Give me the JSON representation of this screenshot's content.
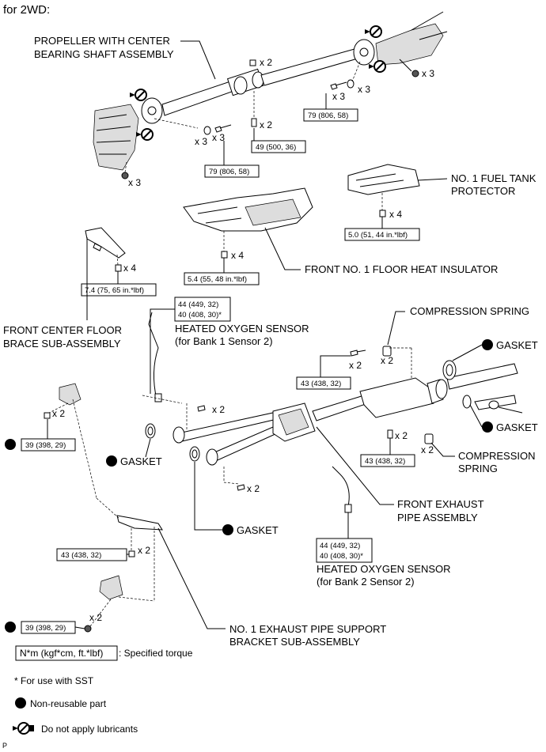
{
  "header": "for 2WD:",
  "labels": {
    "propeller": [
      "PROPELLER WITH CENTER",
      "BEARING SHAFT ASSEMBLY"
    ],
    "fuel_tank": [
      "NO. 1 FUEL TANK",
      "PROTECTOR"
    ],
    "heat_insulator": "FRONT NO. 1 FLOOR HEAT INSULATOR",
    "floor_brace": [
      "FRONT CENTER FLOOR",
      "BRACE SUB-ASSEMBLY"
    ],
    "compression_spring_top": "COMPRESSION SPRING",
    "gasket_top_right": "GASKET",
    "gasket_right": "GASKET",
    "compression_spring_bottom": [
      "COMPRESSION",
      "SPRING"
    ],
    "o2_bank1": [
      "HEATED OXYGEN SENSOR",
      "(for Bank 1 Sensor 2)"
    ],
    "gasket_left": "GASKET",
    "gasket_mid": "GASKET",
    "front_exhaust": [
      "FRONT EXHAUST",
      "PIPE ASSEMBLY"
    ],
    "o2_bank2": [
      "HEATED OXYGEN SENSOR",
      "(for Bank 2 Sensor 2)"
    ],
    "support_bracket": [
      "NO. 1 EXHAUST PIPE SUPPORT",
      "BRACKET SUB-ASSEMBLY"
    ]
  },
  "torques": {
    "prop_rear": "79 (806, 58)",
    "prop_center": "49 (500, 36)",
    "prop_front": "79 (806, 58)",
    "fuel_tank": "5.0 (51, 44 in.*lbf)",
    "insulator": "5.4 (55, 48 in.*lbf)",
    "brace": "7.4 (75, 65 in.*lbf)",
    "o2_bank1": [
      "44 (449, 32)",
      "40 (408, 30)*"
    ],
    "flange_top": "43 (438, 32)",
    "flange_bottom": "43 (438, 32)",
    "bracket_left": "39 (398, 29)",
    "support_bolt": "43 (438, 32)",
    "o2_bank2": [
      "44 (449, 32)",
      "40 (408, 30)*"
    ],
    "bracket_bottom": "39 (398, 29)"
  },
  "quantities": {
    "q_prop_top": "x 2",
    "q_prop_rear_right": "x 3",
    "q_prop_rear_a": "x 3",
    "q_prop_rear_b": "x 3",
    "q_prop_center": "x 2",
    "q_prop_front_a": "x 3",
    "q_prop_front_b": "x 3",
    "q_prop_front_nut": "x 3",
    "q_fuel": "x 4",
    "q_insulator": "x 4",
    "q_brace": "x 4",
    "q_flange_bolt": "x 2",
    "q_spring_top": "x 2",
    "q_bracket_left": "x 2",
    "q_mid_bolt": "x 2",
    "q_flange_bottom": "x 2",
    "q_spring_bottom": "x 2",
    "q_lower_bolt": "x 2",
    "q_support": "x 2",
    "q_bracket_bottom": "x 2"
  },
  "legend": {
    "torque_box": "N*m (kgf*cm, ft.*lbf)",
    "torque_text": ": Specified torque",
    "sst_note": "* For use with SST",
    "nonreusable": "Non-reusable part",
    "no_lube": "Do not apply lubricants"
  },
  "footer_code": "P"
}
